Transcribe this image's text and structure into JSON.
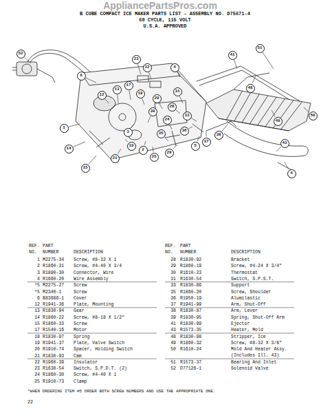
{
  "diagram": {
    "title": "B CUBE COMPACT ICE MAKER PARTS LIST - ASSEMBLY NO. D75671-4",
    "nodes": [
      {
        "text": [
          "52"
        ]
      },
      {
        "text": [
          "51"
        ]
      },
      {
        "text": [
          "41"
        ]
      },
      {
        "text": [
          "23"
        ]
      },
      {
        "text": [
          "22"
        ]
      },
      {
        "text": [
          "4"
        ]
      },
      {
        "text": [
          "6"
        ]
      },
      {
        "text": [
          "17"
        ]
      },
      {
        "text": [
          "48"
        ]
      },
      {
        "text": [
          "13"
        ]
      },
      {
        "text": [
          "31"
        ]
      },
      {
        "text": [
          "18"
        ]
      },
      {
        "text": [
          "12"
        ]
      },
      {
        "text": [
          "20"
        ]
      },
      {
        "text": [
          "28"
        ]
      },
      {
        "text": [
          "30"
        ]
      },
      {
        "text": [
          "33"
        ]
      },
      {
        "text": [
          "50"
        ]
      },
      {
        "text": [
          "24"
        ]
      },
      {
        "text": [
          "49"
        ]
      },
      {
        "text": [
          "1"
        ]
      },
      {
        "text": [
          "36"
        ]
      },
      {
        "text": [
          "3"
        ]
      },
      {
        "text": [
          "35"
        ]
      },
      {
        "text": [
          "38"
        ]
      },
      {
        "text": [
          "37"
        ]
      },
      {
        "text": [
          "43"
        ]
      },
      {
        "text": [
          "5"
        ]
      },
      {
        "text": [
          "19"
        ]
      },
      {
        "text": [
          "14"
        ]
      },
      {
        "text": [
          "2"
        ]
      },
      {
        "text": [
          "29"
        ]
      },
      {
        "text": [
          "25"
        ]
      },
      {
        "text": [
          "21"
        ]
      },
      {
        "text": [
          "15"
        ]
      },
      {
        "text": [
          "4"
        ]
      }
    ],
    "labels": [
      "60 CYCLE, 115 VOLT",
      "U.S.A. APPROVED",
      "AppliancePartsPros.com",
      "REF. NO.",
      "PART NUMBER",
      "DESCRIPTION",
      "REF. NO.",
      "PART NUMBER",
      "DESCRIPTION",
      "1",
      "M2275-34",
      "Screw, #8-32 X 1",
      "2",
      "R1860-31",
      "Screw, #4-40 X 3/4",
      "3",
      "R1890-30",
      "Connector, Wire",
      "4",
      "R1660-20",
      "Wire Assembly",
      "*5",
      "M2275-27",
      "Screw",
      "*5",
      "M2340-1",
      "Screw",
      "6",
      "B83686-1",
      "Cover",
      "12",
      "R1941-36",
      "Plate, Mounting",
      "13",
      "R1830-94",
      "Gear",
      "14",
      "R1860-22",
      "Screw, #8-18 X 1/2\"",
      "15",
      "R1860-33",
      "Screw",
      "17",
      "R1540-16",
      "Motor",
      "18",
      "R1830-97",
      "Spring",
      "19",
      "R1941-37",
      "Plate, Valve Switch",
      "20",
      "R1910-74",
      "Spacer, Holding Switch",
      "21",
      "R1830-93",
      "Cam",
      "22",
      "R1960-39",
      "Insulator",
      "23",
      "R1630-54",
      "Switch, S.P.D.T. (2)",
      "24",
      "R1860-30",
      "Screw, #4-40 X 1",
      "25",
      "R1910-73",
      "Clamp",
      "28",
      "R1830-92",
      "Bracket",
      "29",
      "R1860-19",
      "Screw, #4-24 X 3/4\"",
      "30",
      "R1610-23",
      "Thermostat",
      "31",
      "R1630-54",
      "Switch, S.P.S.T.",
      "33",
      "R1830-86",
      "Support",
      "35",
      "R1860-20",
      "Screw, Shoulder",
      "36",
      "R1950-19",
      "Alumilastic",
      "37",
      "R1941-99",
      "Arm, Shut-Off",
      "38",
      "R1830-87",
      "Arm, Lever",
      "39",
      "R1830-95",
      "Spring, Shut-Off Arm",
      "41",
      "R1830-99",
      "Ejector",
      "43",
      "R1573-35",
      "Heater, Mold",
      "48",
      "R1830-98",
      "Stripper, Ice",
      "49",
      "R1860-32",
      "Screw, #8-32 X 3/8\"",
      "50",
      "R1610-24",
      "Mold And Heater Assy. (Includes Ill. 43)",
      "51",
      "R1573-37",
      "Bearing And Inlet",
      "52",
      "D77126-1",
      "Solenoid Valve",
      "*WHEN ORDERING ITEM #5 ORDER BOTH SCREW NUMBERS AND USE THE APPROPRIATE ONE.",
      "22"
    ]
  }
}
